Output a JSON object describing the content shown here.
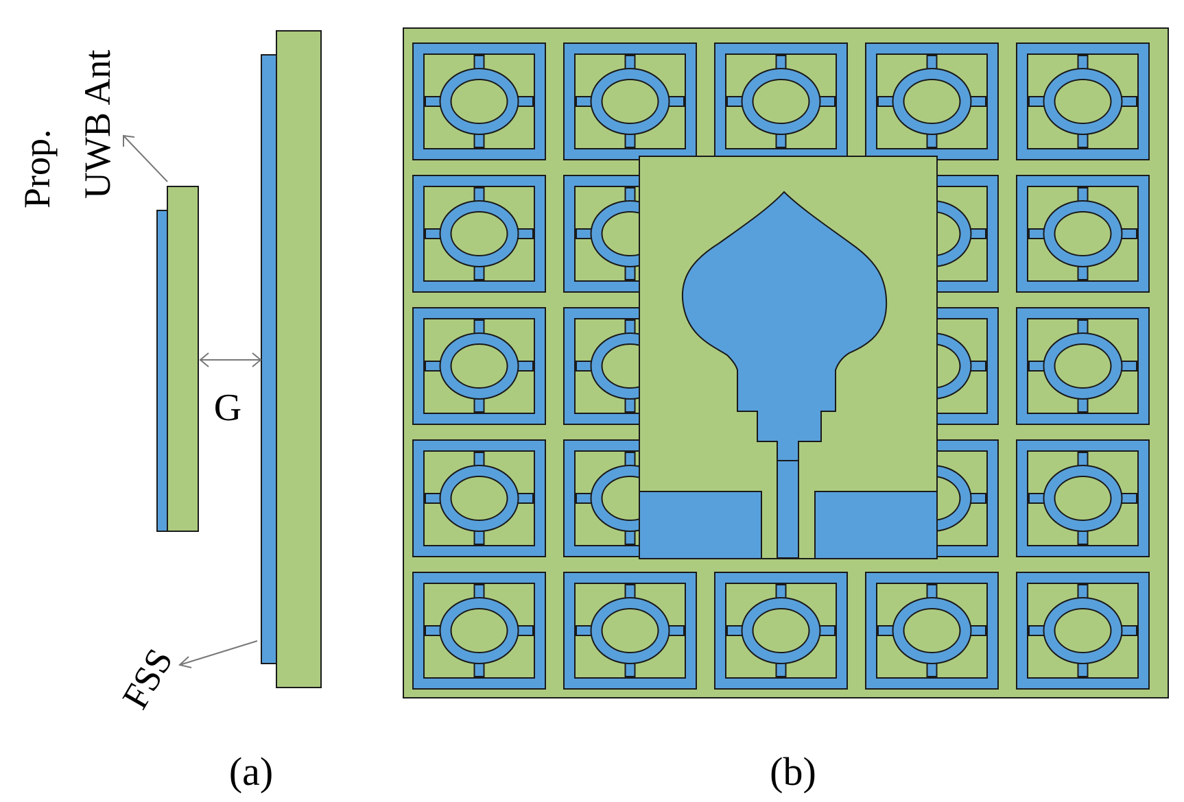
{
  "colors": {
    "substrate": "#adcb7f",
    "metal": "#58a0dc",
    "outline": "#1a1a1a",
    "arrow": "#777777",
    "text": "#000000"
  },
  "panel_a": {
    "antenna_label_line1": "Prop.",
    "antenna_label_line2": "UWB Ant",
    "gap_label": "G",
    "fss_label": "FSS",
    "caption": "(a)"
  },
  "panel_b": {
    "caption": "(b)",
    "fss_grid": {
      "rows": 5,
      "cols": 5
    }
  }
}
